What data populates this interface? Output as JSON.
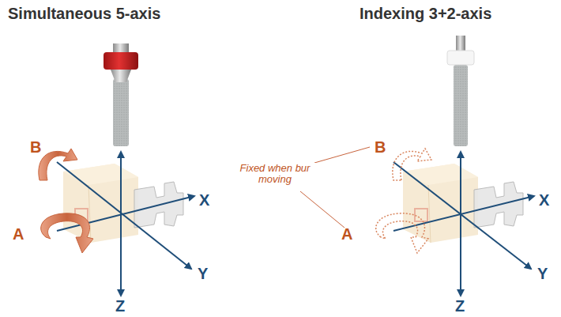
{
  "diagram": {
    "labels": [
      "Simultaneous 5-axis",
      "Indexing 3+2-axis",
      "B",
      "A",
      "X",
      "Y",
      "Z",
      "B",
      "Fixed when bur moving",
      "A",
      "X",
      "Y",
      "Z"
    ]
  }
}
